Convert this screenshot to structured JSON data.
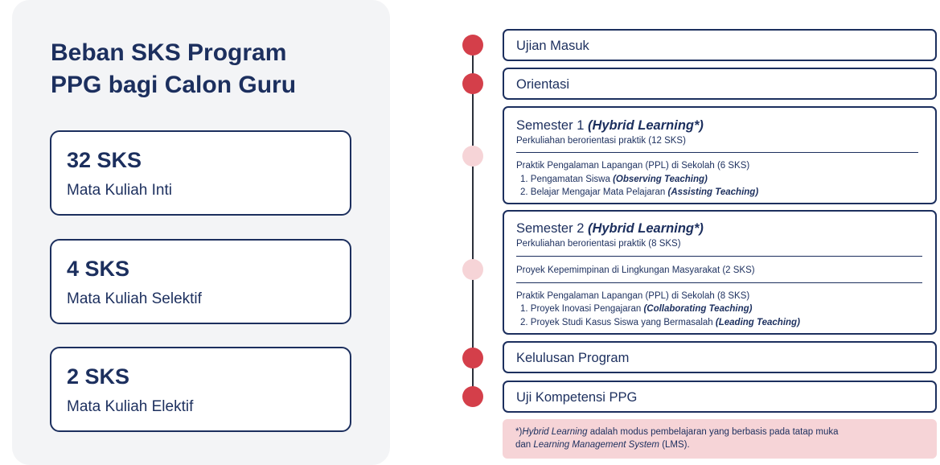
{
  "left": {
    "title_line1": "Beban SKS Program",
    "title_line2": "PPG bagi Calon Guru",
    "cards": [
      {
        "value": "32 SKS",
        "label": "Mata Kuliah Inti"
      },
      {
        "value": "4 SKS",
        "label": "Mata Kuliah Selektif"
      },
      {
        "value": "2 SKS",
        "label": "Mata Kuliah Elektif"
      }
    ]
  },
  "colors": {
    "navy": "#1c2f5e",
    "dot_red": "#d43f4a",
    "dot_pink": "#f6d4d7",
    "panel_gray": "#f3f4f6",
    "footnote_pink": "#f6d4d7"
  },
  "timeline": {
    "ujian": "Ujian Masuk",
    "orientasi": "Orientasi",
    "semester1": {
      "title": "Semester 1",
      "title_em": "(Hybrid Learning*)",
      "course": "Perkuliahan berorientasi praktik (12 SKS)",
      "ppl": "Praktik Pengalaman Lapangan (PPL) di Sekolah (6 SKS)",
      "items": [
        {
          "text": "1. Pengamatan Siswa",
          "em": "(Observing Teaching)"
        },
        {
          "text": "2. Belajar Mengajar Mata Pelajaran",
          "em": "(Assisting Teaching)"
        }
      ]
    },
    "semester2": {
      "title": "Semester 2",
      "title_em": "(Hybrid Learning*)",
      "course": "Perkuliahan berorientasi praktik (8 SKS)",
      "project": "Proyek Kepemimpinan di Lingkungan Masyarakat (2 SKS)",
      "ppl": "Praktik Pengalaman Lapangan (PPL) di Sekolah (8 SKS)",
      "items": [
        {
          "text": "1. Proyek Inovasi Pengajaran",
          "em": "(Collaborating Teaching)"
        },
        {
          "text": "2. Proyek Studi Kasus Siswa yang Bermasalah",
          "em": "(Leading Teaching)"
        }
      ]
    },
    "kelulusan": "Kelulusan Program",
    "uji": "Uji Kompetensi PPG"
  },
  "footnote": {
    "prefix": "*)",
    "em1": "Hybrid Learning",
    "line1_rest": " adalah modus pembelajaran yang berbasis pada tatap muka",
    "line2_prefix": "dan ",
    "em2": "Learning Management System",
    "line2_rest": " (LMS)."
  }
}
